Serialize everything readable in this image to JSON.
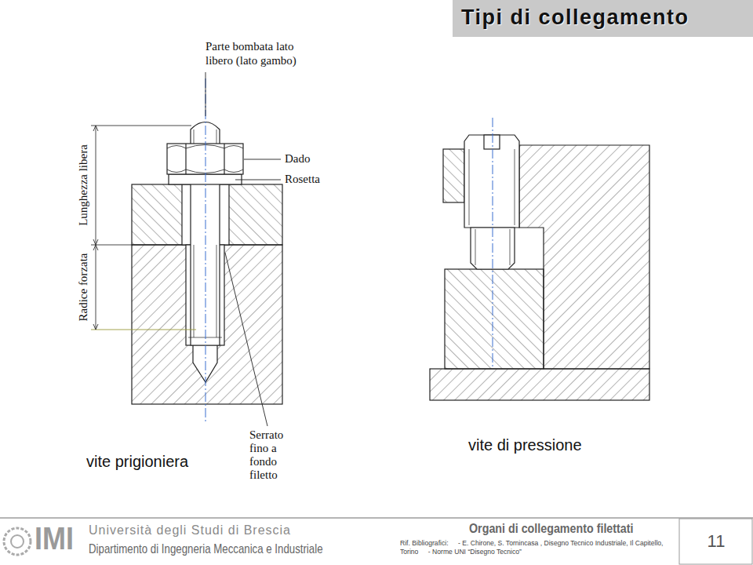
{
  "diagram": {
    "title": "Tipi di collegamento",
    "labels": [
      "Parte bombata lato libero (lato gambo)",
      "Dado",
      "Rosetta",
      "Lunghezza libera",
      "Radice forzata",
      "Serrato fino a fondo filetto",
      "vite prigioniera",
      "vite di pressione",
      "IMI",
      "Università degli Studi di Brescia",
      "Dipartimento di Ingegneria Meccanica e Industriale",
      "Organi di collegamento filettati",
      "Rif. Bibliografici:",
      "- E. Chirone, S. Tornincasa , Disegno Tecnico Industriale, Il Capitello, Torino",
      "- Norme UNI “Disegno Tecnico”",
      "11"
    ]
  }
}
